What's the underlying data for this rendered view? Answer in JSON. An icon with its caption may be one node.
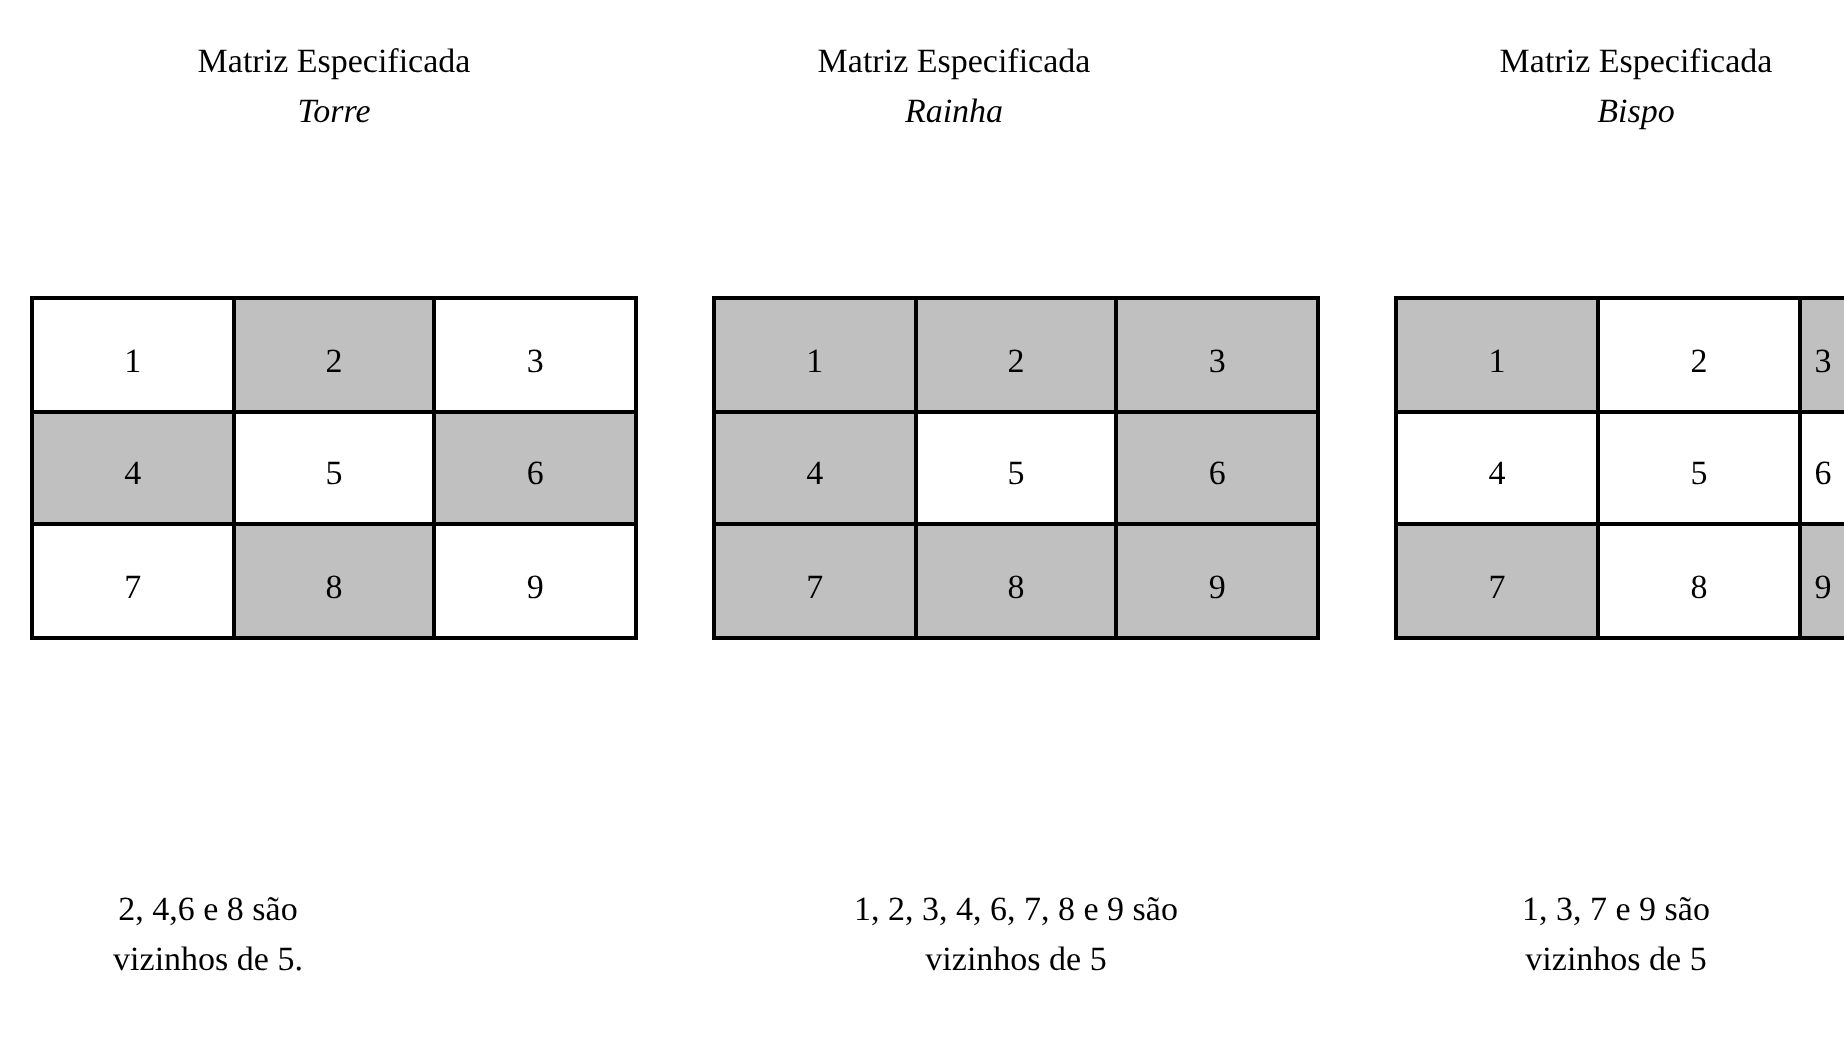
{
  "diagram": {
    "nodes": [
      {
        "text": [],
        "shape": "box"
      },
      {
        "text": [
          "1"
        ],
        "in": 0
      },
      {
        "text": [
          "2"
        ],
        "in": 0
      },
      {
        "text": [
          "3"
        ],
        "in": 0
      },
      {
        "text": [
          "4"
        ],
        "in": 0
      },
      {
        "text": [
          "5"
        ],
        "in": 0
      },
      {
        "text": [
          "6"
        ],
        "in": 0
      },
      {
        "text": [
          "7"
        ],
        "in": 0
      },
      {
        "text": [
          "8"
        ],
        "in": 0
      },
      {
        "text": [
          "9"
        ],
        "in": 0
      },
      {
        "text": [],
        "shape": "box"
      },
      {
        "text": [
          "1"
        ],
        "in": 10
      },
      {
        "text": [
          "2"
        ],
        "in": 10
      },
      {
        "text": [
          "3"
        ],
        "in": 10
      },
      {
        "text": [
          "4"
        ],
        "in": 10
      },
      {
        "text": [
          "5"
        ],
        "in": 10
      },
      {
        "text": [
          "6"
        ],
        "in": 10
      },
      {
        "text": [
          "7"
        ],
        "in": 10
      },
      {
        "text": [
          "8"
        ],
        "in": 10
      },
      {
        "text": [
          "9"
        ],
        "in": 10
      },
      {
        "text": [],
        "shape": "box"
      },
      {
        "text": [
          "1"
        ],
        "in": 20
      },
      {
        "text": [
          "2"
        ],
        "in": 20
      },
      {
        "text": [
          "3"
        ],
        "in": 20
      },
      {
        "text": [
          "4"
        ],
        "in": 20
      },
      {
        "text": [
          "5"
        ],
        "in": 20
      },
      {
        "text": [
          "6"
        ],
        "in": 20
      },
      {
        "text": [
          "7"
        ],
        "in": 20
      },
      {
        "text": [
          "8"
        ],
        "in": 20
      },
      {
        "text": [
          "9"
        ],
        "in": 20
      }
    ],
    "labels": [
      "Matriz Especificada",
      "Matriz Especificada",
      "Matriz Especificada",
      "Torre",
      "Rainha",
      "Bispo",
      "2, 4,6 e 8 são vizinhos de 5.",
      "1, 2, 3, 4, 6, 7, 8 e 9 são vizinhos de 5",
      "1, 3, 7 e 9 são vizinhos de 5"
    ]
  }
}
